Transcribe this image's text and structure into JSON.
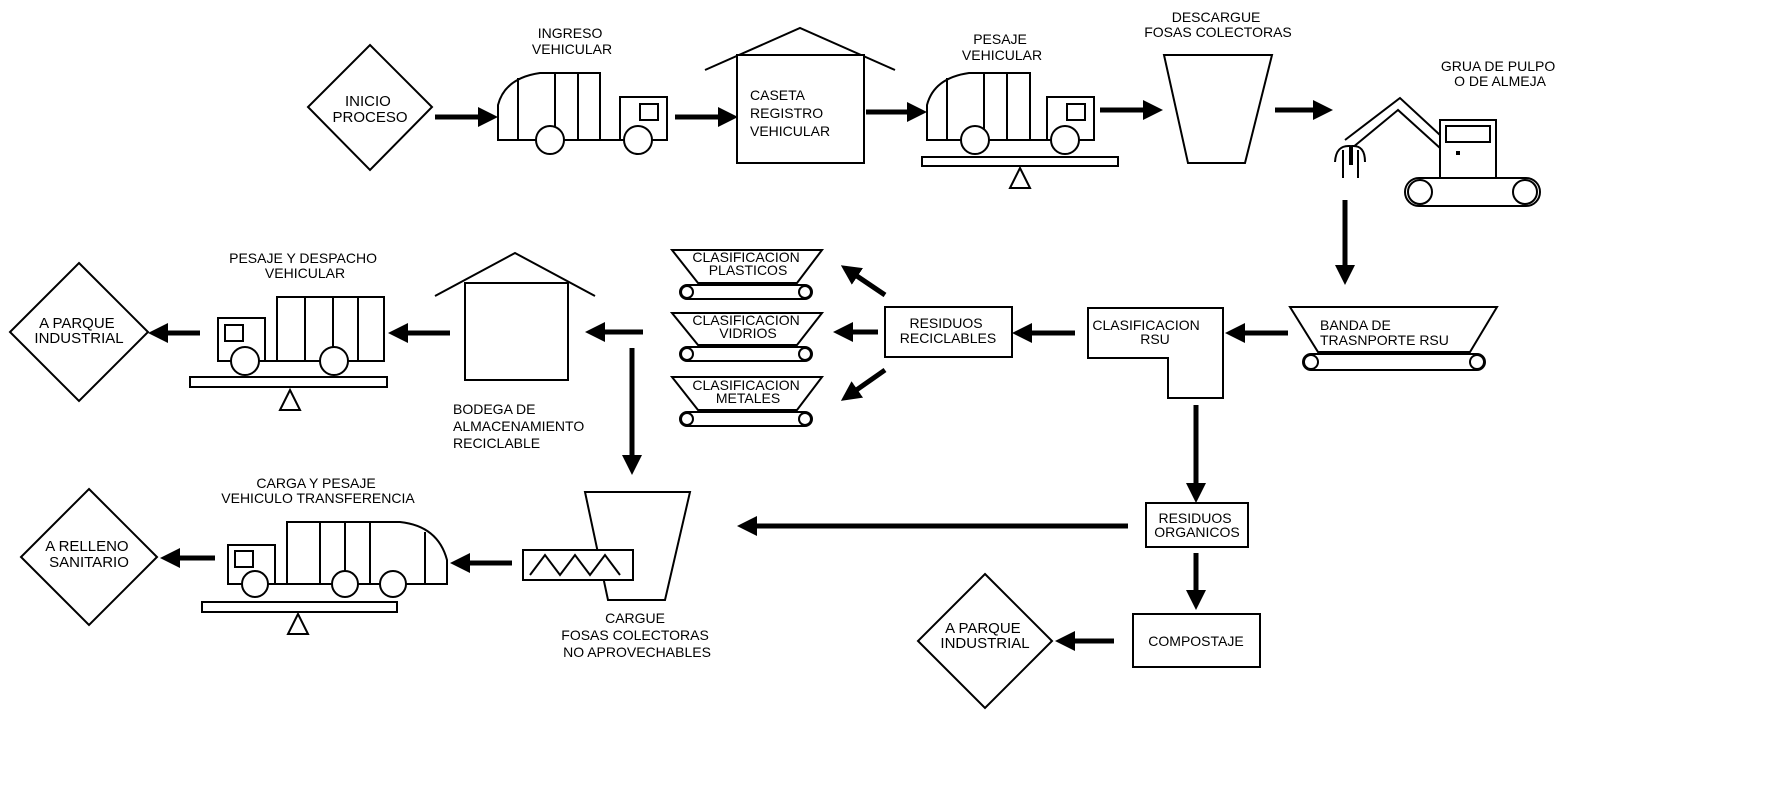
{
  "nodes": {
    "inicio": [
      "INICIO",
      "PROCESO"
    ],
    "ingreso": [
      "INGRESO",
      "VEHICULAR"
    ],
    "caseta": [
      "CASETA",
      "REGISTRO",
      "VEHICULAR"
    ],
    "pesaje": [
      "PESAJE",
      "VEHICULAR"
    ],
    "descargue": [
      "DESCARGUE",
      "FOSAS COLECTORAS"
    ],
    "grua": [
      "GRUA DE PULPO",
      "O DE ALMEJA"
    ],
    "banda": [
      "BANDA DE",
      "TRASNPORTE RSU"
    ],
    "clasificacion_rsu": [
      "CLASIFICACION",
      "RSU"
    ],
    "reciclables": [
      "RESIDUOS",
      "RECICLABLES"
    ],
    "plasticos": [
      "CLASIFICACION",
      "PLASTICOS"
    ],
    "vidrios": [
      "CLASIFICACION",
      "VIDRIOS"
    ],
    "metales": [
      "CLASIFICACION",
      "METALES"
    ],
    "bodega": [
      "BODEGA DE",
      "ALMACENAMIENTO",
      "RECICLABLE"
    ],
    "despacho": [
      "PESAJE Y DESPACHO",
      "VEHICULAR"
    ],
    "parque1": [
      "A PARQUE",
      "INDUSTRIAL"
    ],
    "organicos": [
      "RESIDUOS",
      "ORGANICOS"
    ],
    "compostaje": [
      "COMPOSTAJE"
    ],
    "parque2": [
      "A PARQUE",
      "INDUSTRIAL"
    ],
    "cargue": [
      "CARGUE",
      "FOSAS COLECTORAS",
      "NO APROVECHABLES"
    ],
    "carga_transferencia": [
      "CARGA Y PESAJE",
      "VEHICULO TRANSFERENCIA"
    ],
    "relleno": [
      "A RELLENO",
      "SANITARIO"
    ]
  }
}
